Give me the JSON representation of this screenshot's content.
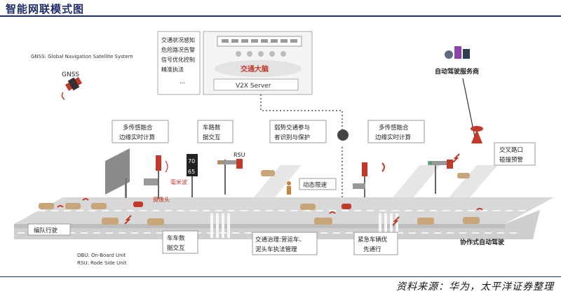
{
  "title": "智能网联模式图",
  "source": "资料来源：华为，太平洋证券整理",
  "diagram": {
    "gnss_legend": "GNSS: Global Navigation Satellite System",
    "gnss": "GNSS",
    "cloud_functions": [
      "交通状况感知",
      "危险路况告警",
      "信号优化控制",
      "精准执法",
      "..."
    ],
    "traffic_brain": "交通大脑",
    "v2x_server": "V2X Server",
    "service_provider": "自动驾驶服务商",
    "fusion_left": [
      "多传感融合",
      "边缘实时计算"
    ],
    "road_data": [
      "车路数",
      "据交互"
    ],
    "rsu": "RSU",
    "vulnerable": [
      "弱势交通参与",
      "者识别与保护"
    ],
    "fusion_right": [
      "多传感融合",
      "边缘实时计算"
    ],
    "intersection": [
      "交叉路口",
      "碰撞预警"
    ],
    "mmwave": "毫米波",
    "camera": "摄像头",
    "speed_limit": "动态限速",
    "sign_top": "70",
    "sign_bottom": "65",
    "platoon": "编队行驶",
    "v2v": [
      "车车数",
      "据交互"
    ],
    "governance": [
      "交通治理:营运车、",
      "泥头车执法管理"
    ],
    "emergency": [
      "紧急车辆优",
      "先通行"
    ],
    "coop": "协作式自动驾驶",
    "obu_legend": "OBU: On-Board Unit",
    "rsu_legend": "RSU: Rode Side Unit"
  },
  "colors": {
    "accent": "#c0392b",
    "road": "#d3d3d3",
    "box_border": "#999999",
    "title": "#1f2d6b"
  }
}
